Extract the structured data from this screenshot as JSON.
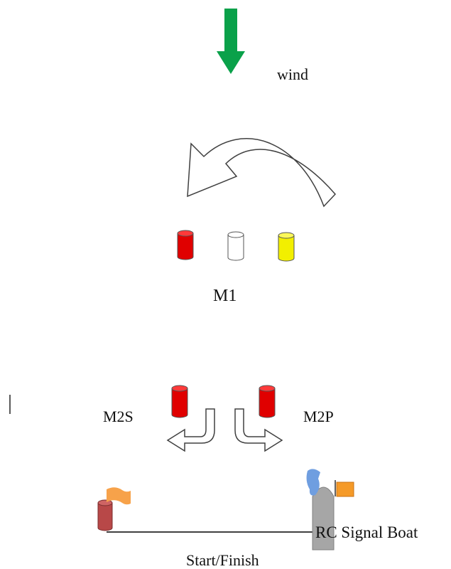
{
  "labels": {
    "wind": "wind",
    "m1": "M1",
    "m2s": "M2S",
    "m2p": "M2P",
    "rc_signal_boat": "RC Signal Boat",
    "start_finish": "Start/Finish"
  },
  "colors": {
    "wind_arrow": "#0aa14a",
    "mark_red": "#e00000",
    "mark_white": "#ffffff",
    "mark_yellow": "#f2ef00",
    "start_pin": "#b84848",
    "flag_orange": "#f7a24a",
    "rc_flag": "#f59a28",
    "rc_blue_flag": "#6f9ee0",
    "boat_gray": "#a6a6a6"
  },
  "icons": [
    "wind-arrow-icon",
    "rounding-arrow-icon",
    "mark-buoy-icon",
    "flag-icon",
    "boat-icon"
  ]
}
